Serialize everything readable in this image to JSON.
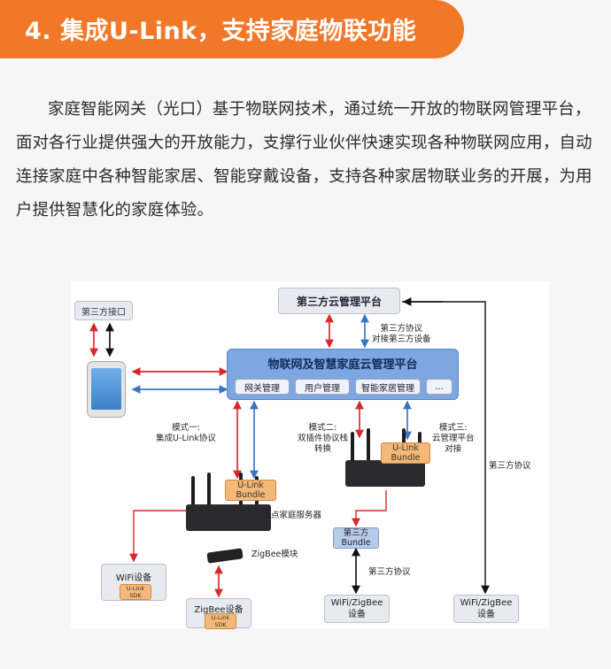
{
  "header": {
    "title": "4. 集成U-Link，支持家庭物联功能"
  },
  "intro": {
    "text": "家庭智能网关（光口）基于物联网技术，通过统一开放的物联网管理平台，面对各行业提供强大的开放能力，支撑行业伙伴快速实现各种物联网应用，自动连接家庭中各种智能家居、智能穿戴设备，支持各种家居物联业务的开展，为用户提供智慧化的家庭体验。"
  },
  "diagram": {
    "third_party_cloud": "第三方云管理平台",
    "third_party_interface": "第三方接口",
    "iot_platform": "物联网及智慧家庭云管理平台",
    "platform_modules": [
      "网关管理",
      "用户管理",
      "智能家居管理",
      "..."
    ],
    "protocol_note_line1": "第三方协议",
    "protocol_note_line2": "对接第三方设备",
    "mode1_line1": "模式一:",
    "mode1_line2": "集成U-Link协议",
    "mode2_line1": "模式二:",
    "mode2_line2": "双插件协议栈",
    "mode2_line3": "转换",
    "mode3_line1": "模式三:",
    "mode3_line2": "云管理平台",
    "mode3_line3": "对接",
    "ulink_bundle_line1": "U-Link",
    "ulink_bundle_line2": "Bundle",
    "gateway_label": "1点家庭服务器",
    "zigbee_module": "ZigBee模块",
    "third_bundle_line1": "第三方",
    "third_bundle_line2": "Bundle",
    "third_protocol_mid": "第三方协议",
    "third_protocol_right": "第三方协议",
    "wifi_device": "WiFi设备",
    "ulink_sdk_line1": "U-Link",
    "ulink_sdk_line2": "SDK",
    "zigbee_device": "ZigBee设备",
    "wifi_zigbee_device_line1": "WiFi/ZigBee",
    "wifi_zigbee_device_line2": "设备"
  }
}
